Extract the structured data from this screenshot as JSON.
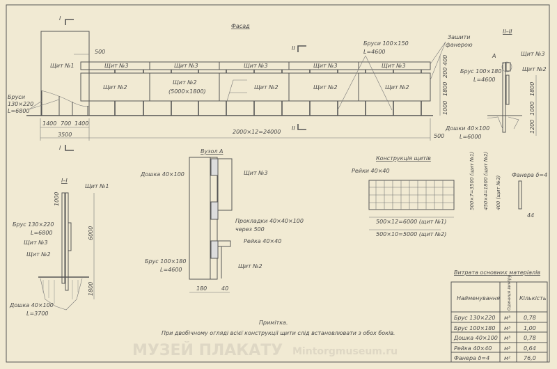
{
  "facade": {
    "title": "Фасад",
    "section_I": "I",
    "section_II": "II",
    "shield1": "Щит №1",
    "shield3_labels": [
      "Щит №3",
      "Щит №3",
      "Щит №3",
      "Щит №3",
      "Щит №3"
    ],
    "shield2_labels": [
      "Щит №2",
      "Щит №2",
      "Щит №2",
      "Щит №2",
      "Щит №2"
    ],
    "shield2_size": "(5000×1800)",
    "beams_left": [
      "Бруси",
      "130×220",
      "L=6800"
    ],
    "beams_top": [
      "Бруси 100×150",
      "L=4600"
    ],
    "plywood_note": [
      "Зашити",
      "фанерою"
    ],
    "dims_bottom": [
      "1400",
      "700",
      "1400"
    ],
    "dim_total_left": "3500",
    "dim_span": "2000×12=24000",
    "dim_500_top": "500",
    "dim_500_end": "500",
    "dims_right": [
      "400",
      "200",
      "1800",
      "1000"
    ]
  },
  "section_II": {
    "title": "II–II",
    "node": "A",
    "shield3": "Щит №3",
    "shield2": "Щит №2",
    "beam": [
      "Брус 100×180",
      "L=4600"
    ],
    "boards": [
      "Дошки 40×100",
      "L=6000"
    ],
    "dims": [
      "1800",
      "1000",
      "1200"
    ]
  },
  "section_I": {
    "title": "I–I",
    "shield1": "Щит №1",
    "shield3": "Щит №3",
    "shield2": "Щит №2",
    "beam": [
      "Брус 130×220",
      "L=6800"
    ],
    "board": [
      "Дошка 40×100",
      "L=3700"
    ],
    "dims": [
      "1000",
      "6000",
      "1800"
    ]
  },
  "node_A": {
    "title": "Вузол А",
    "board": "Дошка 40×100",
    "shield3": "Щит №3",
    "pads": [
      "Прокладки 40×40×100",
      "через 500"
    ],
    "rail": "Рейка 40×40",
    "beam": [
      "Брус 100×180",
      "L=4600"
    ],
    "shield2": "Щит №2",
    "dims": [
      "180",
      "40"
    ]
  },
  "shields": {
    "title": "Конструкція щитів",
    "rails": "Рейки 40×40",
    "dim1": "500×12=6000 (щит №1)",
    "dim2": "500×10=5000 (щит №2)",
    "vdims": [
      "500×7=3500 (щит №1)",
      "450×4=1800 (щит №2)",
      "400 (щит №3)"
    ],
    "plywood": "Фанера δ=4",
    "thickness": "44"
  },
  "materials": {
    "title": "Витрата основних матеріалів",
    "headers": [
      "Найменування",
      "Одиниця виміру",
      "Кількість"
    ],
    "rows": [
      [
        "Брус 130×220",
        "м³",
        "0,78"
      ],
      [
        "Брус 100×180",
        "м³",
        "1,00"
      ],
      [
        "Дошка 40×100",
        "м³",
        "0,78"
      ],
      [
        "Рейка 40×40",
        "м³",
        "0,64"
      ],
      [
        "Фанера δ=4",
        "м²",
        "76,0"
      ]
    ]
  },
  "note": {
    "title": "Примітка.",
    "text": "При двобічному огляді всієї конструкції щити слід встановлювати з обох боків."
  },
  "watermark": [
    "МУЗЕЙ ПЛАКАТУ",
    "Mintorgmuseum.ru"
  ]
}
